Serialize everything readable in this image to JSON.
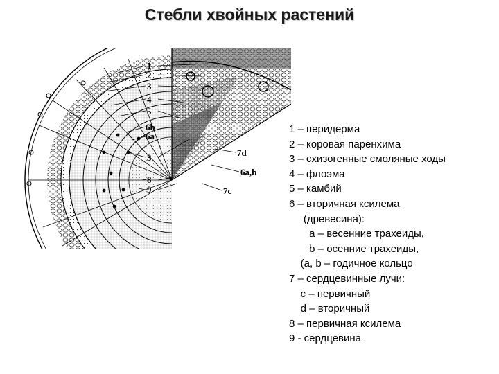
{
  "title": "Стебли хвойных растений",
  "diagram": {
    "labels": {
      "n1": "1",
      "n2": "2",
      "n3": "3",
      "n4": "4",
      "n5": "5",
      "n6b": "6b",
      "n6a": "6a",
      "n3b": "3",
      "n8": "8",
      "n9": "9",
      "n7d": "7d",
      "n6ab": "6a,b",
      "n7c": "7c"
    }
  },
  "legend": [
    "1 – перидерма",
    "2 – коровая паренхима",
    "3 – схизогенные смоляные ходы",
    "4 – флоэма",
    "5 – камбий",
    "6 – вторичная ксилема",
    "     (древесина):",
    "       а – весенние трахеиды,",
    "       b – осенние трахеиды,",
    "    (a, b – годичное кольцо",
    "7 – сердцевинные лучи:",
    "    с – первичный",
    "    d – вторичный",
    "8 – первичная ксилема",
    "9 - сердцевина"
  ]
}
